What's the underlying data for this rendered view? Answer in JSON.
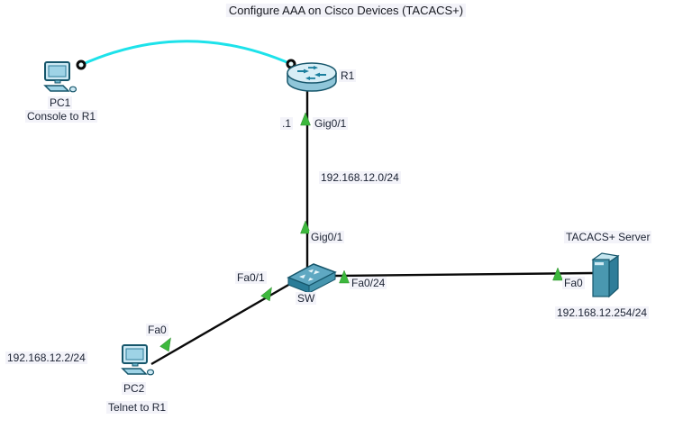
{
  "title": "Configure AAA on Cisco Devices (TACACS+)",
  "devices": {
    "pc1": {
      "name": "PC1",
      "note": "Console to R1",
      "type": "pc"
    },
    "r1": {
      "name": "R1",
      "type": "router"
    },
    "sw": {
      "name": "SW",
      "type": "switch"
    },
    "pc2": {
      "name": "PC2",
      "note": "Telnet to R1",
      "ip": "192.168.12.2/24",
      "type": "pc"
    },
    "server": {
      "name": "TACACS+ Server",
      "ip": "192.168.12.254/24",
      "type": "server"
    }
  },
  "links": {
    "console": {
      "kind": "console",
      "from": "PC1",
      "to": "R1"
    },
    "r1_sw": {
      "kind": "ethernet",
      "network": "192.168.12.0/24",
      "r1_addr": ".1",
      "r1_port": "Gig0/1",
      "sw_port": "Gig0/1"
    },
    "sw_pc2": {
      "kind": "ethernet",
      "sw_port": "Fa0/1",
      "pc2_port": "Fa0"
    },
    "sw_server": {
      "kind": "ethernet",
      "sw_port": "Fa0/24",
      "server_port": "Fa0"
    }
  },
  "colors": {
    "console_cable": "#1de2ea",
    "ethernet_cable": "#0a0a0a",
    "status_up": "#3db83d",
    "device_teal": "#4a98b0",
    "label_bg": "#f2f2f8",
    "label_text": "#1c2333"
  }
}
